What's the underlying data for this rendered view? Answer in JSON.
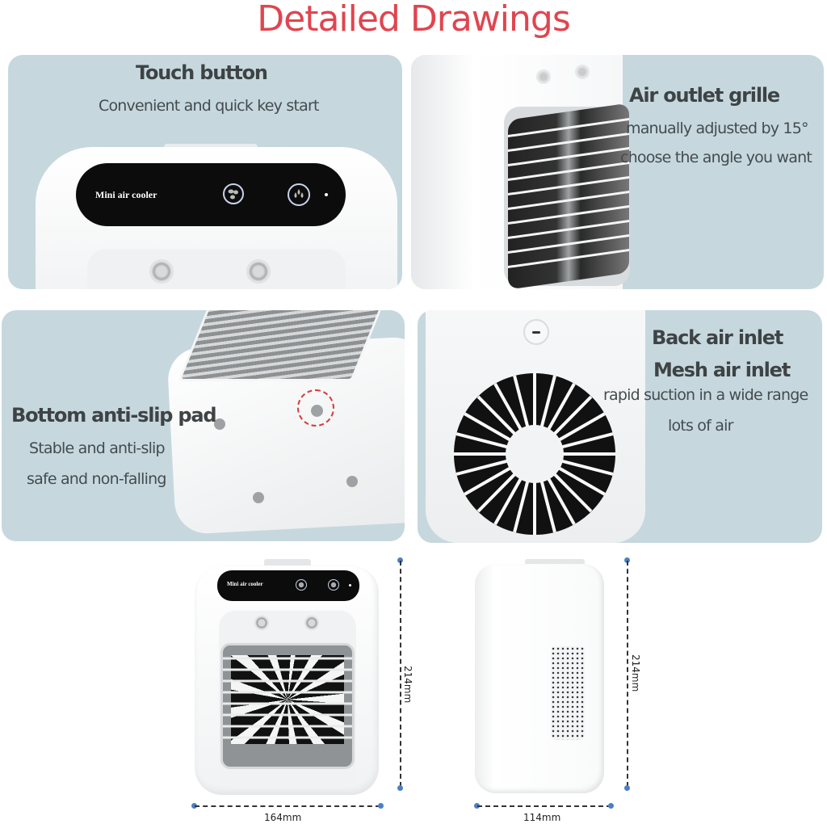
{
  "title": "Detailed Drawings",
  "colors": {
    "title": "#e0454f",
    "panel_bg": "#c6d8de",
    "text": "#444b4e",
    "dimension_dot": "#4a7fc8",
    "highlight_circle": "#d93a3a"
  },
  "panels": [
    {
      "heading": "Touch button",
      "lines": [
        "Convenient and quick key start"
      ],
      "device_label": "Mini air cooler",
      "icons": [
        "fan-mode-icon",
        "humidify-drops-icon"
      ]
    },
    {
      "heading": "Air outlet grille",
      "lines": [
        "manually adjusted by 15°",
        "choose the angle you want"
      ]
    },
    {
      "heading": "Bottom anti-slip pad",
      "lines": [
        "Stable and anti-slip",
        "safe and non-falling"
      ]
    },
    {
      "heading": "Back air inlet",
      "heading2": "Mesh air inlet",
      "lines": [
        "rapid suction in a wide range",
        "lots of air"
      ]
    }
  ],
  "dimensions": {
    "front": {
      "device_label": "Mini air cooler",
      "width": "164mm",
      "height": "214mm"
    },
    "side": {
      "width": "114mm",
      "height": "214mm"
    }
  }
}
